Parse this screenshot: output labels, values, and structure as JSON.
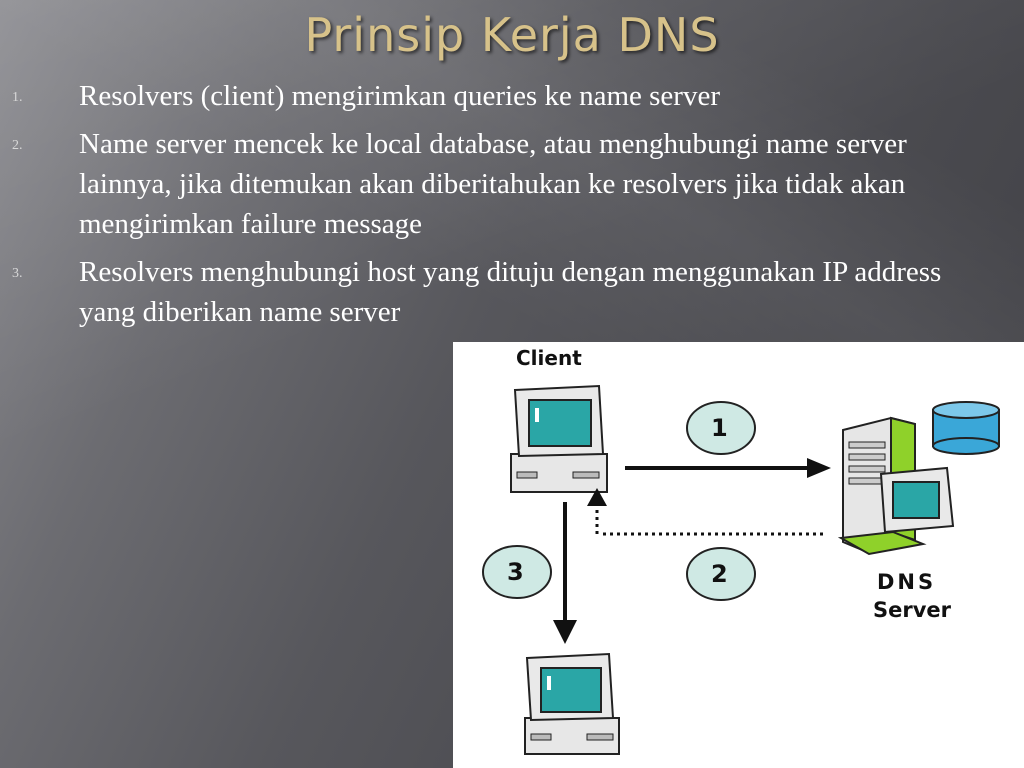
{
  "slide": {
    "title": "Prinsip Kerja DNS",
    "items": [
      {
        "num": "1.",
        "text": "Resolvers (client) mengirimkan queries ke name server"
      },
      {
        "num": "2.",
        "text": "Name server mencek ke local database, atau menghubungi name server lainnya, jika ditemukan akan diberitahukan ke resolvers jika tidak akan mengirimkan failure message"
      },
      {
        "num": "3.",
        "text": "Resolvers menghubungi host yang dituju dengan menggunakan IP address yang diberikan name server"
      }
    ]
  },
  "diagram": {
    "client_label": "Client",
    "server_label_line1": "DNS",
    "server_label_line2": "Server",
    "step1": "1",
    "step2": "2",
    "step3": "3"
  },
  "colors": {
    "title": "#d7c28a",
    "text": "#ffffff",
    "circle_fill": "#cfe9e4",
    "screen": "#2aa6a6",
    "server_green": "#8fd12a",
    "database": "#3aa7d8"
  }
}
